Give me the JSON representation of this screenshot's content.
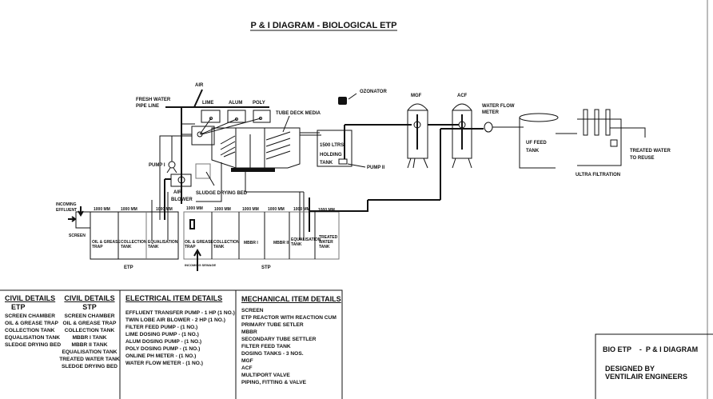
{
  "title": "P & I DIAGRAM - BIOLOGICAL ETP",
  "diagram": {
    "air": "AIR",
    "fresh_water": [
      "FRESH WATER",
      "PIPE LINE"
    ],
    "lime": "LIME",
    "alum": "ALUM",
    "poly": "POLY",
    "tube_deck_media": "TUBE DECK MEDIA",
    "ozonator": "OZONATOR",
    "holding_tank": [
      "1500 LTRS.",
      "HOLDING",
      "TANK"
    ],
    "pump_1": "PUMP I",
    "pump_2": "PUMP II",
    "air_blower": [
      "AIR",
      "BLOWER"
    ],
    "sludge_drying_bed": "SLUDGE DRYING BED",
    "mgf": "MGF",
    "acf": "ACF",
    "water_flow_meter": [
      "WATER FLOW",
      "METER"
    ],
    "uf_feed_tank": [
      "UF FEED",
      "TANK"
    ],
    "ultra_filtration": "ULTRA FILTRATION",
    "treated_water": [
      "TREATED WATER",
      "TO REUSE"
    ],
    "incoming_effluent": [
      "INCOMING",
      "EFFLUENT"
    ],
    "screen": "SCREEN",
    "dimension": "1000 MM",
    "etp_tanks": [
      [
        "OIL & GREASE",
        "TRAP"
      ],
      [
        "COLLECTION",
        "TANK"
      ],
      [
        "EQUALISATION",
        "TANK"
      ]
    ],
    "stp_tanks": [
      [
        "OIL & GREASE",
        "TRAP"
      ],
      [
        "COLLECTION",
        "TANK"
      ],
      [
        "MBBR I"
      ],
      [
        "MBBR II"
      ],
      [
        "EQUALISATION",
        "TANK"
      ],
      [
        "TREATED",
        "WATER",
        "TANK"
      ]
    ],
    "incoming_sewage": "INCOMING SEWAGE",
    "etp_label": "ETP",
    "stp_label": "STP"
  },
  "civil_etp": {
    "heading": "CIVIL DETAILS",
    "sub": "ETP",
    "items": [
      "SCREEN CHAMBER",
      "OIL & GREASE TRAP",
      "COLLECTION TANK",
      "EQUALISATION TANK",
      "SLEDGE DRYING BED"
    ]
  },
  "civil_stp": {
    "heading": "CIVIL DETAILS",
    "sub": "STP",
    "items": [
      "SCREEN CHAMBER",
      "OIL & GREASE TRAP",
      "COLLECTION TANK",
      "MBBR I TANK",
      "MBBR II TANK",
      "EQUALISATION TANK",
      "TREATED WATER TANK",
      "SLEDGE DRYING BED"
    ]
  },
  "electrical": {
    "heading": "ELECTRICAL ITEM DETAILS",
    "items": [
      "EFFLUENT TRANSFER PUMP  - 1 HP (1 NO.)",
      "TWIN LOBE AIR BLOWER - 2 HP (1 NO.)",
      "FILTER FEED PUMP - (1 NO.)",
      "LIME DOSING PUMP - (1 NO.)",
      "ALUM DOSING PUMP - (1 NO.)",
      "POLY DOSING PUMP - (1 NO.)",
      "ONLINE PH METER - (1 NO.)",
      "WATER FLOW METER - (1 NO.)"
    ]
  },
  "mechanical": {
    "heading": "MECHANICAL ITEM DETAILS",
    "items": [
      "SCREEN",
      "ETP REACTOR WITH REACTION CUM",
      "PRIMARY TUBE SETLER",
      "MBBR",
      "SECONDARY TUBE SETTLER",
      "FILTER FEED TANK",
      "DOSING TANKS - 3 NOS.",
      "MGF",
      "ACF",
      "MULTIPORT VALVE",
      "PIPING, FITTING & VALVE"
    ]
  },
  "title_block": {
    "name": "BIO ETP    -  P & I DIAGRAM",
    "designed_by": "DESIGNED BY",
    "company": "VENTILAIR ENGINEERS"
  }
}
